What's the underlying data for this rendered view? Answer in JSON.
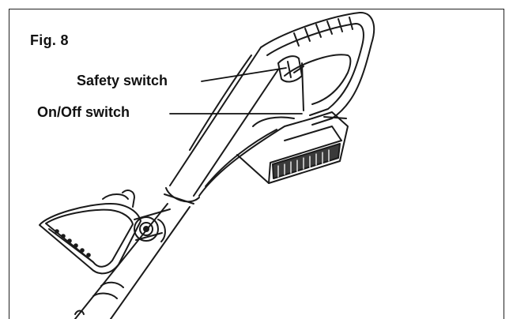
{
  "figure": {
    "label": "Fig. 8"
  },
  "callouts": {
    "safety_switch": "Safety switch",
    "on_off_switch": "On/Off switch"
  },
  "colors": {
    "line": "#1a1a1a",
    "shade": "#3a3a3a",
    "background": "#ffffff"
  }
}
